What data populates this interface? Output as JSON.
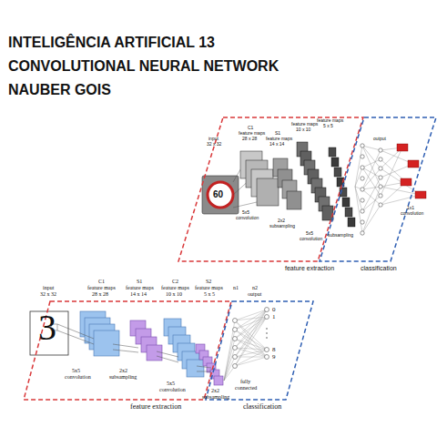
{
  "diagram": {
    "title": "INTELIGÊNCIA ARTIFICIAL 13 CONVOLUTIONAL NEURAL NETWORK NAUBER GOIS",
    "nodes": [
      {
        "text": [
          "feature extraction"
        ]
      },
      {
        "text": [
          "classification"
        ]
      },
      {
        "text": [
          "feature extraction"
        ]
      },
      {
        "text": [
          "classification"
        ]
      }
    ],
    "labels": [
      "input",
      "32 x 32",
      "C1",
      "feature maps",
      "28 x 28",
      "S1",
      "feature maps",
      "14 x 14",
      "C2",
      "feature maps",
      "10 x 10",
      "S2",
      "feature maps",
      "5 x 5",
      "n1",
      "n2",
      "output",
      "3",
      "5x5",
      "convolution",
      "2x2",
      "subsampling",
      "5x5",
      "convolution",
      "2x2",
      "subsampling",
      "fully",
      "connected",
      "0",
      "1",
      "8",
      "9",
      "input",
      "32 x 32",
      "C1",
      "feature maps",
      "28 x 28",
      "S1",
      "feature maps",
      "14 x 14",
      "feature maps",
      "10 x 10",
      "feature maps",
      "5 x 5",
      "60",
      "5x5",
      "convolution",
      "2x2",
      "subsampling",
      "5x5",
      "convolution",
      "subsampling",
      "output",
      "1x1",
      "convolution"
    ]
  }
}
